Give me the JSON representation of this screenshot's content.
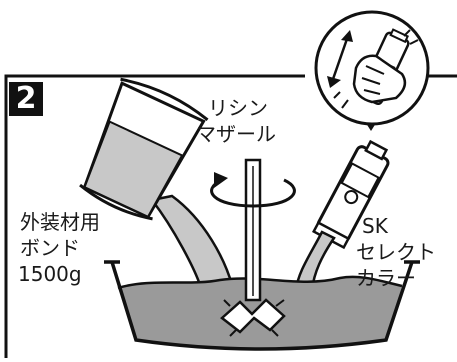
{
  "step": {
    "number": "2"
  },
  "labels": {
    "bond_line1": "外装材用",
    "bond_line2": "ボンド",
    "bond_amount": "1500g",
    "mixer_line1": "リシン",
    "mixer_line2": "マザール",
    "color_line1": "SK",
    "color_line2": "セレクト",
    "color_line3": "カラー"
  },
  "colors": {
    "line": "#111111",
    "liquid": "#9a9a9a",
    "pour": "#c8c8c8",
    "background": "#ffffff"
  },
  "icons": [
    "bucket-icon",
    "pail-icon",
    "mixer-icon",
    "color-tube-icon",
    "shake-hand-icon",
    "rotation-arrow-icon",
    "down-triangle-icon"
  ]
}
